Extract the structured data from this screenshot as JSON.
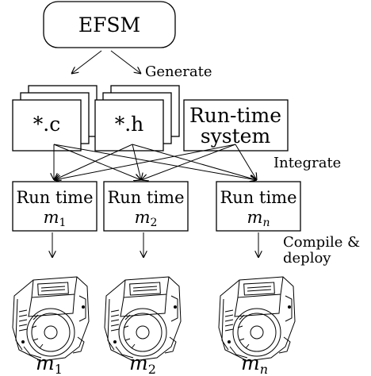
{
  "nodes": {
    "efsm": "EFSM",
    "c_files": "*.c",
    "h_files": "*.h",
    "runtime_system": [
      "Run-time",
      "system"
    ],
    "runtimes": [
      {
        "title": "Run time",
        "var": "m",
        "sub": "1"
      },
      {
        "title": "Run time",
        "var": "m",
        "sub": "2"
      },
      {
        "title": "Run time",
        "var": "m",
        "sub": "n"
      }
    ]
  },
  "edge_labels": {
    "generate": "Generate",
    "integrate": "Integrate",
    "compile": [
      "Compile &",
      "deploy"
    ]
  },
  "modules": [
    {
      "var": "m",
      "sub": "1",
      "icon": "robot-module-icon"
    },
    {
      "var": "m",
      "sub": "2",
      "icon": "robot-module-icon"
    },
    {
      "var": "m",
      "sub": "n",
      "icon": "robot-module-icon"
    }
  ]
}
